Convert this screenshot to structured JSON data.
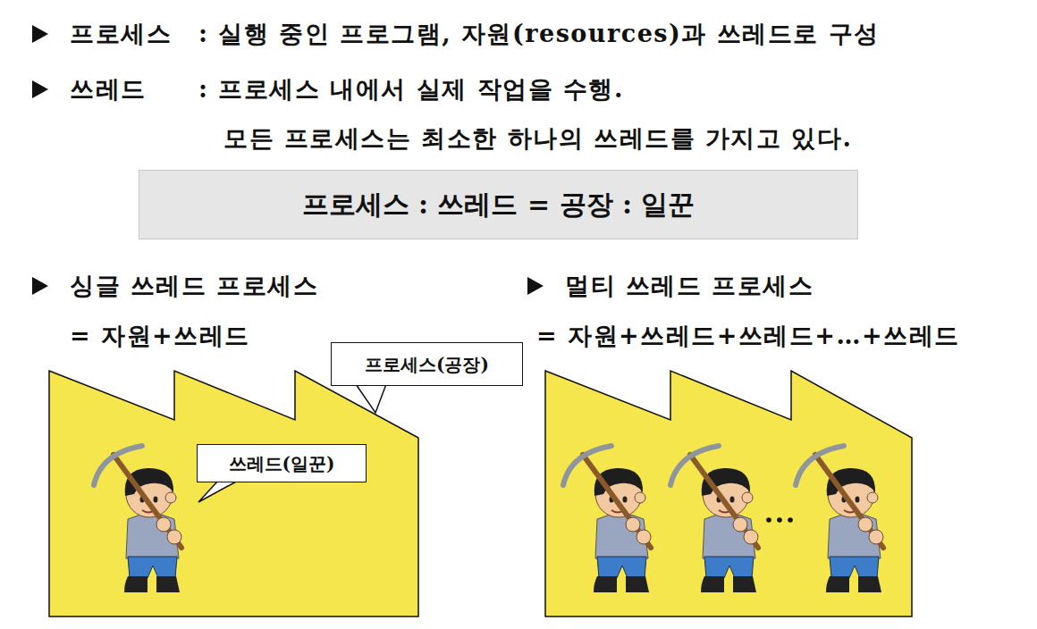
{
  "diagram": {
    "nodes": [
      {
        "text": [
          "프로세스 : 쓰레드 = 공장 : 일꾼"
        ]
      },
      {
        "text": [
          "프로세스(공장)"
        ]
      },
      {
        "text": [
          "쓰레드(일꾼)"
        ]
      }
    ],
    "labels": [
      "프로세스",
      ": 실행 중인 프로그램, 자원(resources)과 쓰레드로 구성",
      "쓰레드",
      ": 프로세스 내에서 실제 작업을 수행.",
      "모든 프로세스는 최소한 하나의 쓰레드를 가지고 있다.",
      "싱글 쓰레드 프로세스",
      "= 자원+쓰레드",
      "멀티 쓰레드 프로세스",
      "= 자원+쓰레드+쓰레드+…+쓰레드"
    ]
  }
}
